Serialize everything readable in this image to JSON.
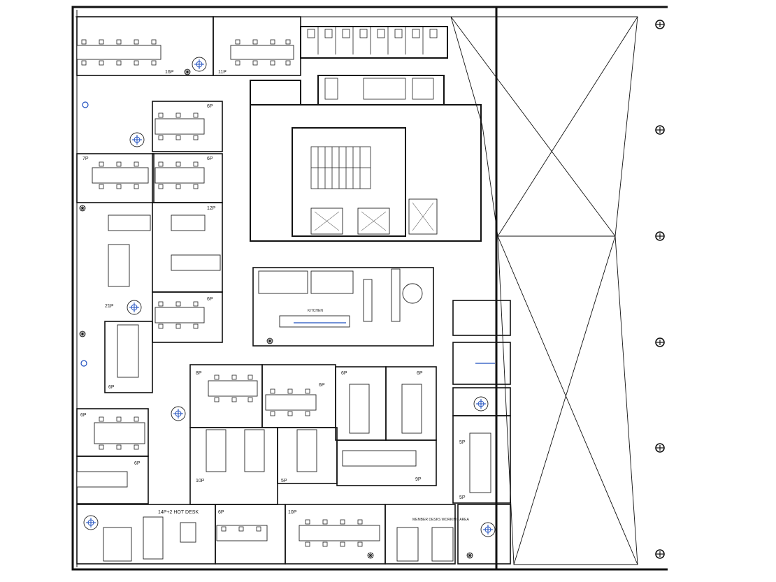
{
  "plan": {
    "labels": {
      "room_16p": "16P",
      "room_11p": "11P",
      "room_6p_a": "6P",
      "room_7p": "7P",
      "room_6p_b": "6P",
      "room_12p": "12P",
      "room_21p": "21P",
      "room_6p_c": "6P",
      "room_6p_d": "6P",
      "room_6p_e": "6P",
      "room_6p_f": "6P",
      "room_8p": "8P",
      "room_6p_g": "6P",
      "room_6p_h": "6P",
      "room_6p_i": "6P",
      "room_10p_a": "10P",
      "room_5p_a": "5P",
      "room_9p": "9P",
      "room_5p_b": "5P",
      "room_5p_c": "5P",
      "room_hotdesk": "14P+2\nHOT DESK",
      "room_6p_j": "6P",
      "room_10p_b": "10P",
      "kitchen": "KITCHEN",
      "member_desks": "MEMBER DESKS\nWORKING AREA"
    },
    "colors": {
      "wall": "#111111",
      "line": "#222222",
      "accent_blue": "#1f4fbf"
    },
    "icons": [
      "column-marker-icon",
      "plant-icon",
      "stair-icon",
      "elevator-icon"
    ]
  }
}
